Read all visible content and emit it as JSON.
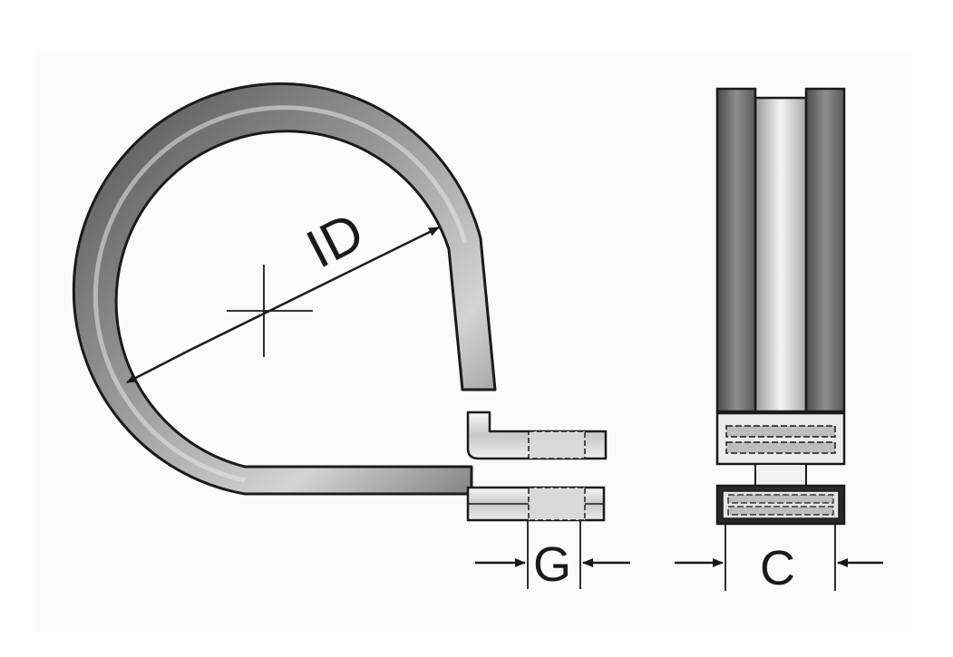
{
  "labels": {
    "inner_diameter": "ID",
    "gap": "G",
    "clamp_width": "C"
  },
  "colors": {
    "outline": "#1a1a1a",
    "rubber_dark": "#5a5a5a",
    "rubber_light": "#bdbdbd",
    "metal_light": "#f2f2f2",
    "metal_mid": "#cfcfcf"
  }
}
